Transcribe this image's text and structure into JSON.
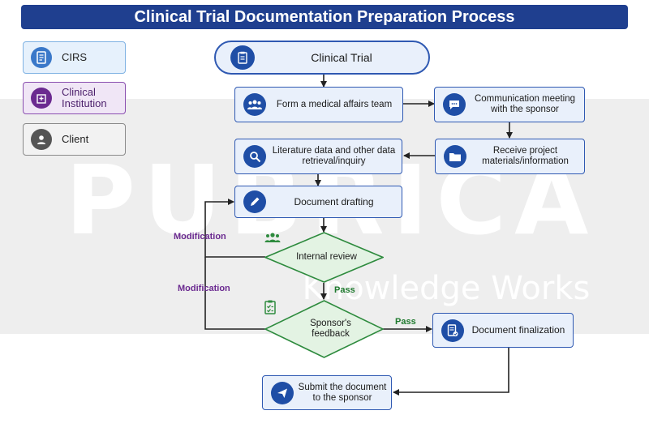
{
  "title": "Clinical Trial Documentation Preparation Process",
  "watermark": {
    "main": "PUBRICA",
    "sub": "Knowledge Works"
  },
  "legend": [
    {
      "label": "CIRS",
      "icon": "document-icon"
    },
    {
      "label": "Clinical Institution",
      "icon": "hospital-icon"
    },
    {
      "label": "Client",
      "icon": "person-icon"
    }
  ],
  "nodes": {
    "start": "Clinical Trial",
    "form_team": "Form a medical affairs team",
    "communication": "Communication meeting with the sponsor",
    "receive": "Receive project materials/information",
    "literature": "Literature data and other data retrieval/inquiry",
    "drafting": "Document drafting",
    "internal_review": "Internal review",
    "sponsor_feedback": "Sponsor's feedback",
    "finalization": "Document finalization",
    "submit": "Submit the document to the sponsor"
  },
  "edge_labels": {
    "modification_1": "Modification",
    "modification_2": "Modification",
    "pass_1": "Pass",
    "pass_2": "Pass"
  },
  "colors": {
    "title_bar": "#1f3f8f",
    "cirs": "#3a78c9",
    "clinical_institution": "#6b2a90",
    "client": "#555555",
    "decision_green": "#2e8b3e",
    "modification_purple": "#6b2a90"
  }
}
